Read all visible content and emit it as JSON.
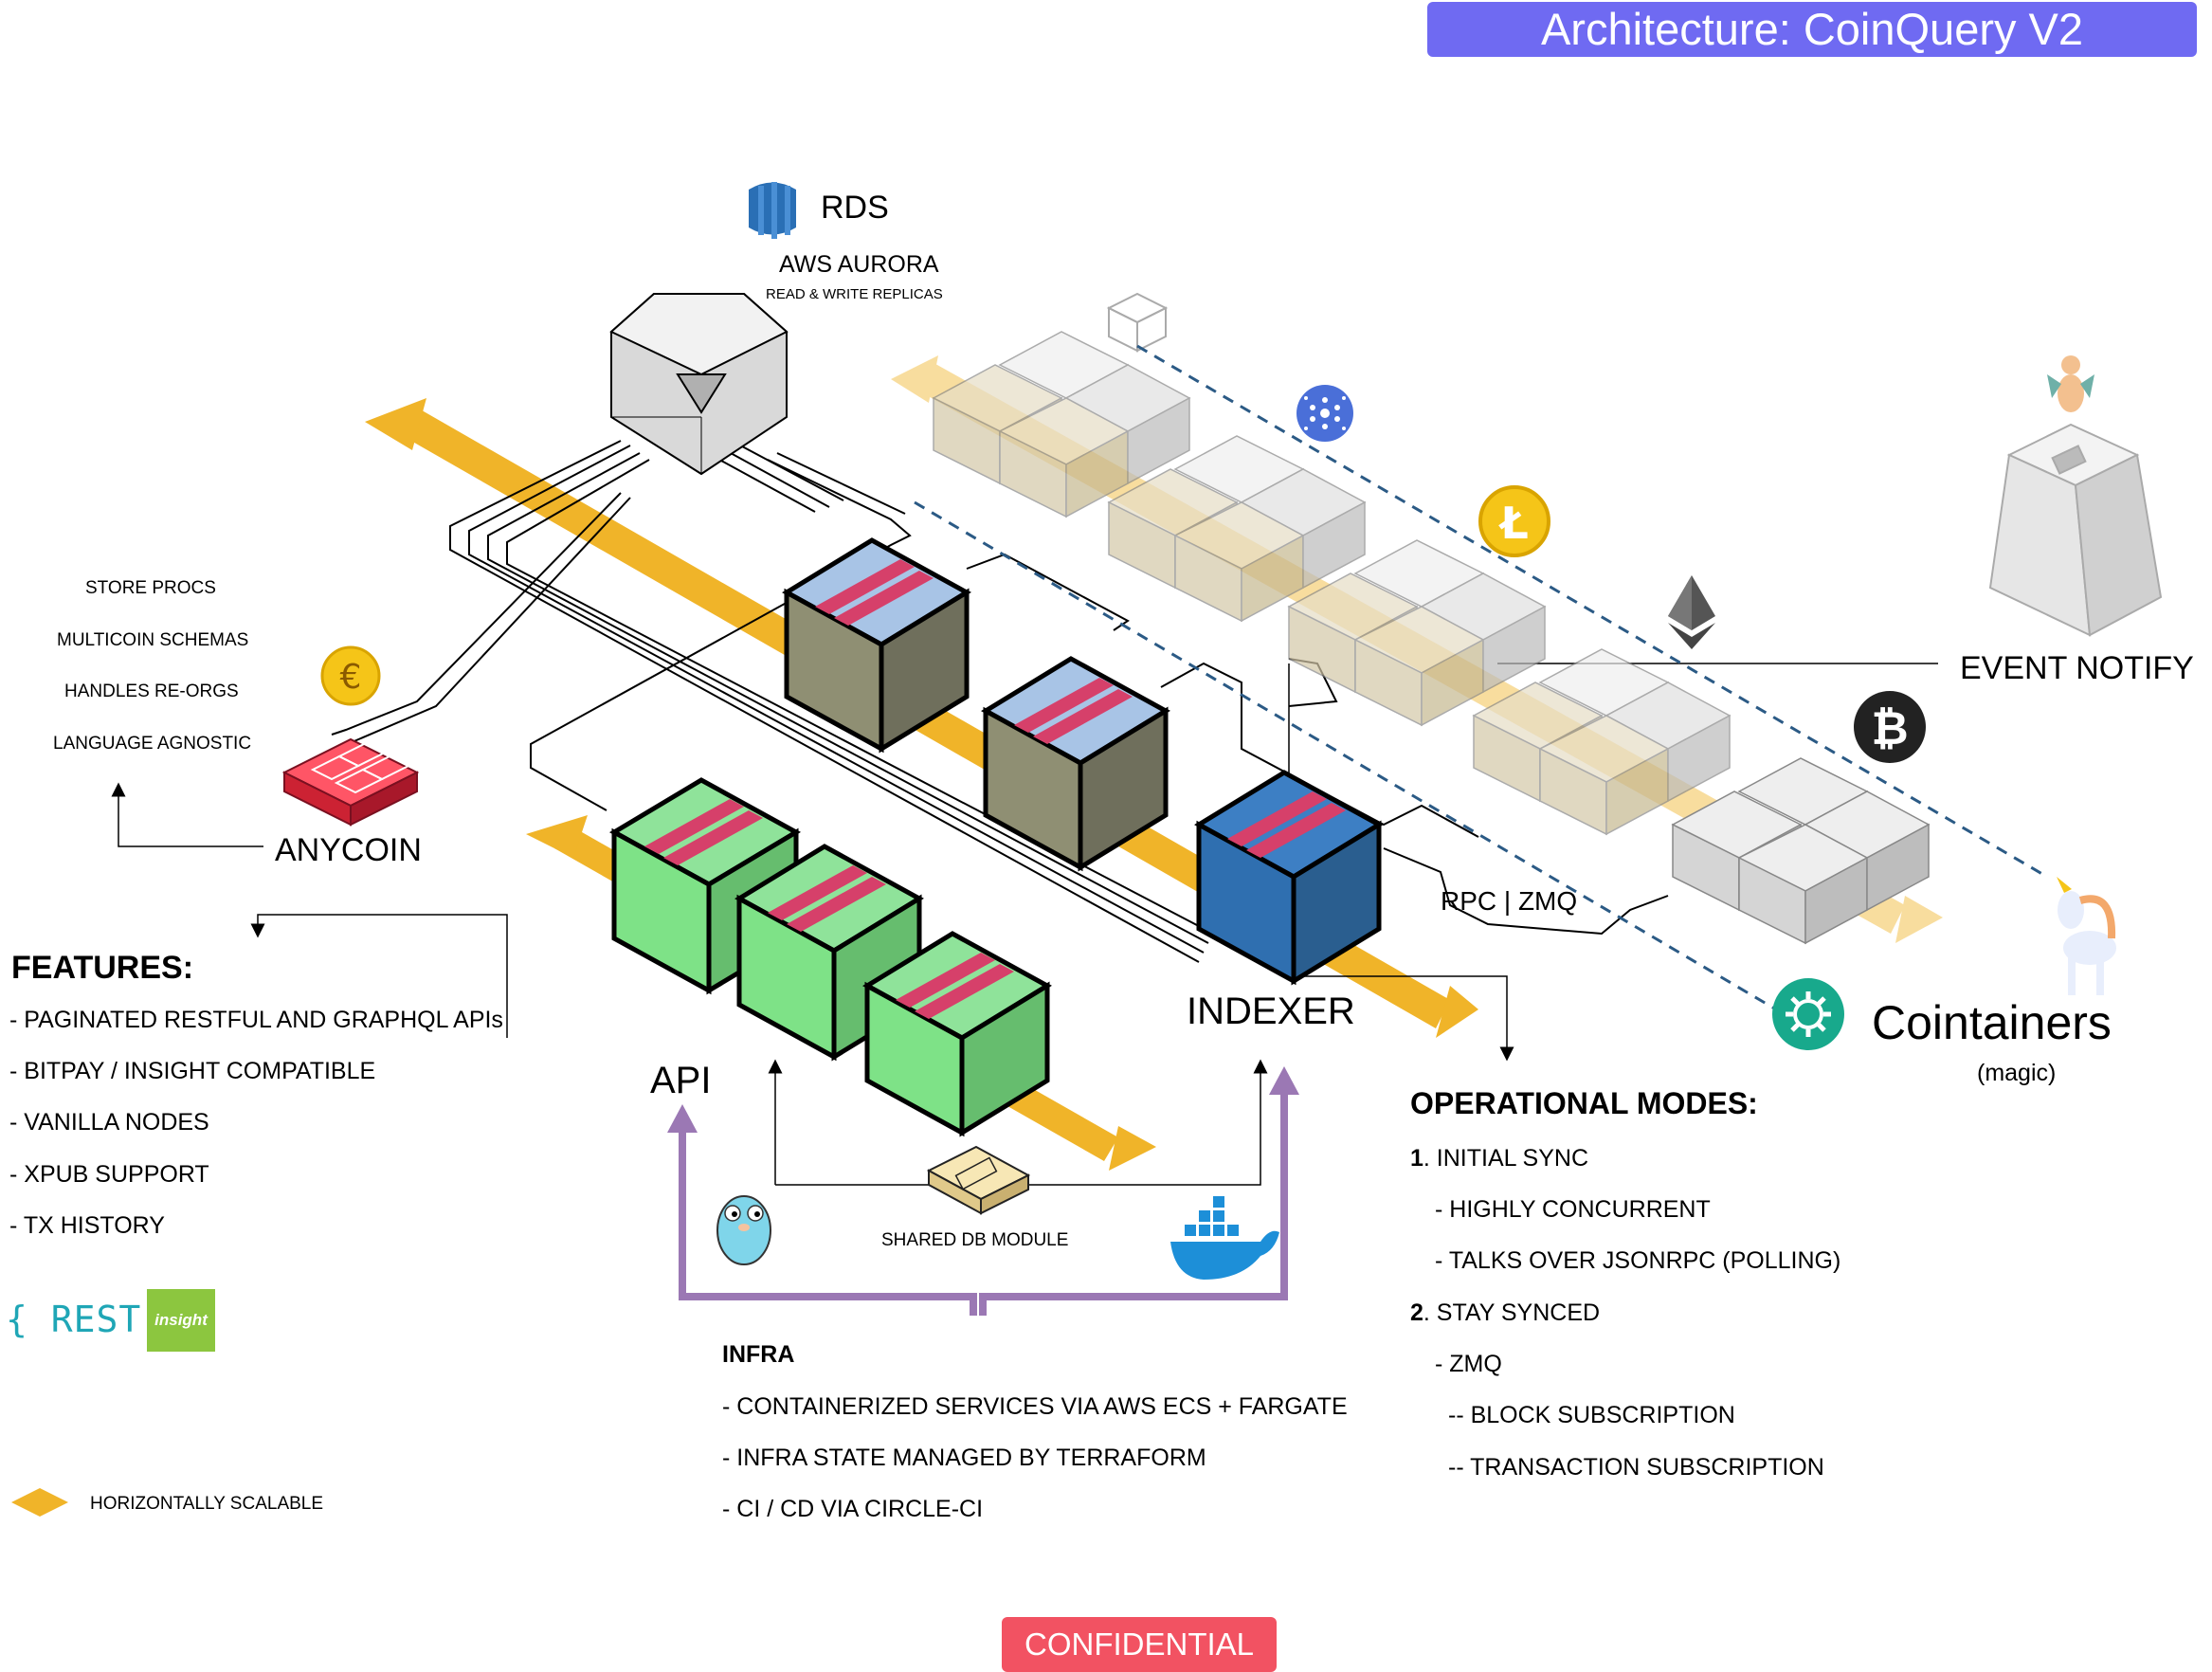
{
  "header": {
    "title": "Architecture: CoinQuery V2"
  },
  "footer": {
    "badge": "CONFIDENTIAL"
  },
  "rds": {
    "title": "RDS",
    "subtitle": "AWS AURORA",
    "note": "READ & WRITE REPLICAS"
  },
  "anycoin": {
    "label": "ANYCOIN",
    "notes": [
      "STORE PROCS",
      "MULTICOIN SCHEMAS",
      "HANDLES RE-ORGS",
      "LANGUAGE AGNOSTIC"
    ]
  },
  "features": {
    "heading": "FEATURES:",
    "items": [
      "- PAGINATED RESTFUL AND GRAPHQL APIs",
      "- BITPAY / INSIGHT COMPATIBLE",
      "- VANILLA NODES",
      "- XPUB SUPPORT",
      "- TX HISTORY"
    ]
  },
  "api": {
    "label": "API"
  },
  "indexer": {
    "label": "INDEXER"
  },
  "rpc": {
    "label": "RPC | ZMQ"
  },
  "shared_db": {
    "label": "SHARED DB MODULE"
  },
  "event_notify": {
    "label": "EVENT NOTIFY"
  },
  "cointainers": {
    "label": "Cointainers",
    "sublabel": "(magic)"
  },
  "operational": {
    "heading": "OPERATIONAL MODES:",
    "items": [
      {
        "num": "1",
        "text": ". INITIAL SYNC"
      },
      {
        "text": "- HIGHLY CONCURRENT"
      },
      {
        "text": "- TALKS OVER JSONRPC (POLLING)"
      },
      {
        "num": "2",
        "text": ". STAY SYNCED"
      },
      {
        "text": "- ZMQ"
      },
      {
        "text": "-- BLOCK SUBSCRIPTION"
      },
      {
        "text": "-- TRANSACTION SUBSCRIPTION"
      }
    ]
  },
  "infra": {
    "heading": "INFRA",
    "items": [
      "- CONTAINERIZED SERVICES VIA AWS ECS + FARGATE",
      "- INFRA STATE MANAGED BY TERRAFORM",
      "- CI / CD VIA CIRCLE-CI"
    ]
  },
  "legend": {
    "label": "HORIZONTALLY SCALABLE"
  },
  "logos": {
    "rest": "{ REST }",
    "insight": "insight",
    "euro": "€"
  },
  "colors": {
    "accent_title": "#6f6af2",
    "confidential": "#f25262",
    "scalable_arrow": "#f0b429",
    "api_box": "#7ee287",
    "indexer_box": "#2f6fb0",
    "infra_arrow": "#9b78b4",
    "cointainers_icon": "#18a98c",
    "dashed_line": "#2b5a85"
  },
  "icons": [
    "rds-icon",
    "euro-coin-icon",
    "anycoin-chip-icon",
    "cardano-icon",
    "litecoin-icon",
    "ethereum-icon",
    "bitcoin-icon",
    "gopher-icon",
    "docker-icon",
    "gear-icon",
    "unicorn-icon",
    "dragon-icon"
  ]
}
